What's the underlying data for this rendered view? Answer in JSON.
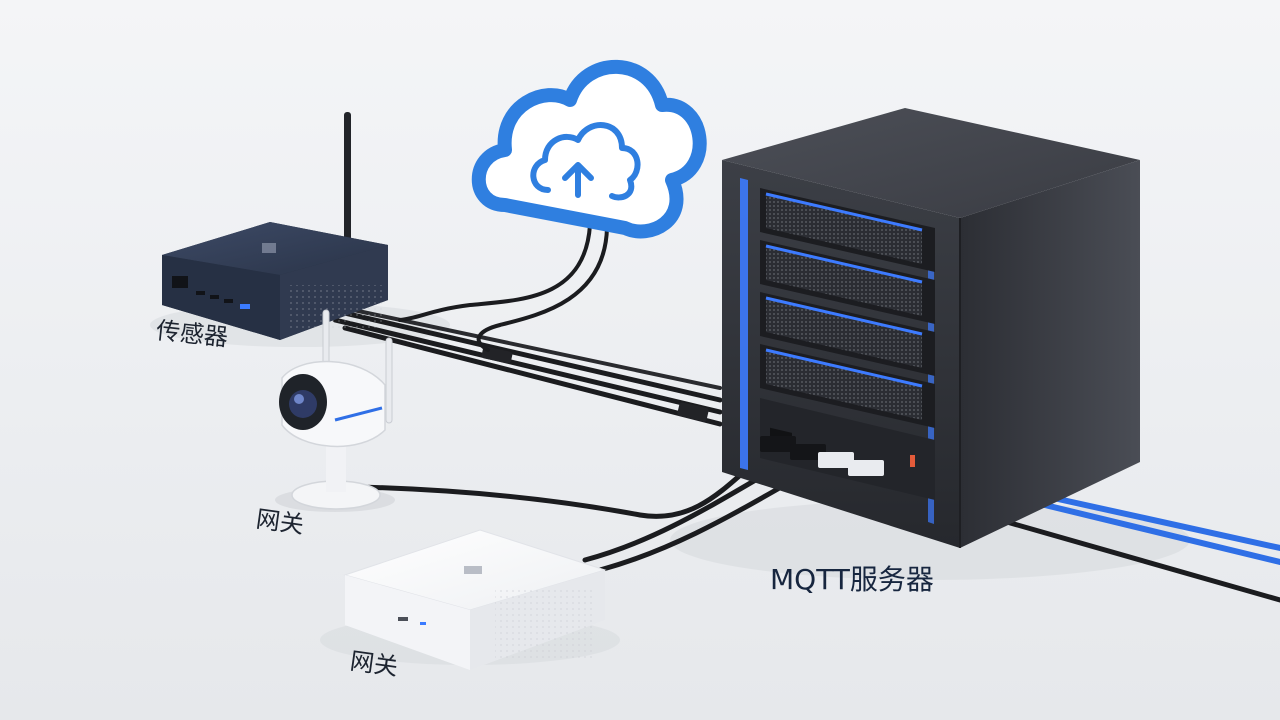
{
  "labels": {
    "sensor": "传感器",
    "gateway_camera": "网关",
    "gateway_hub": "网关",
    "server": "MQTT服务器"
  },
  "colors": {
    "cloud_blue": "#2f7fe0",
    "server_body": "#3a3d44",
    "server_led_blue": "#3d7bff",
    "cable_black": "#1b1c1f",
    "cable_blue": "#2f6fe6",
    "router_body": "#2f3b52",
    "hub_white": "#f7f8fa"
  },
  "icons": {
    "cloud": "cloud-upload-icon",
    "router": "router-icon",
    "camera": "camera-icon",
    "hub": "gateway-hub-icon",
    "server": "server-rack-icon"
  }
}
